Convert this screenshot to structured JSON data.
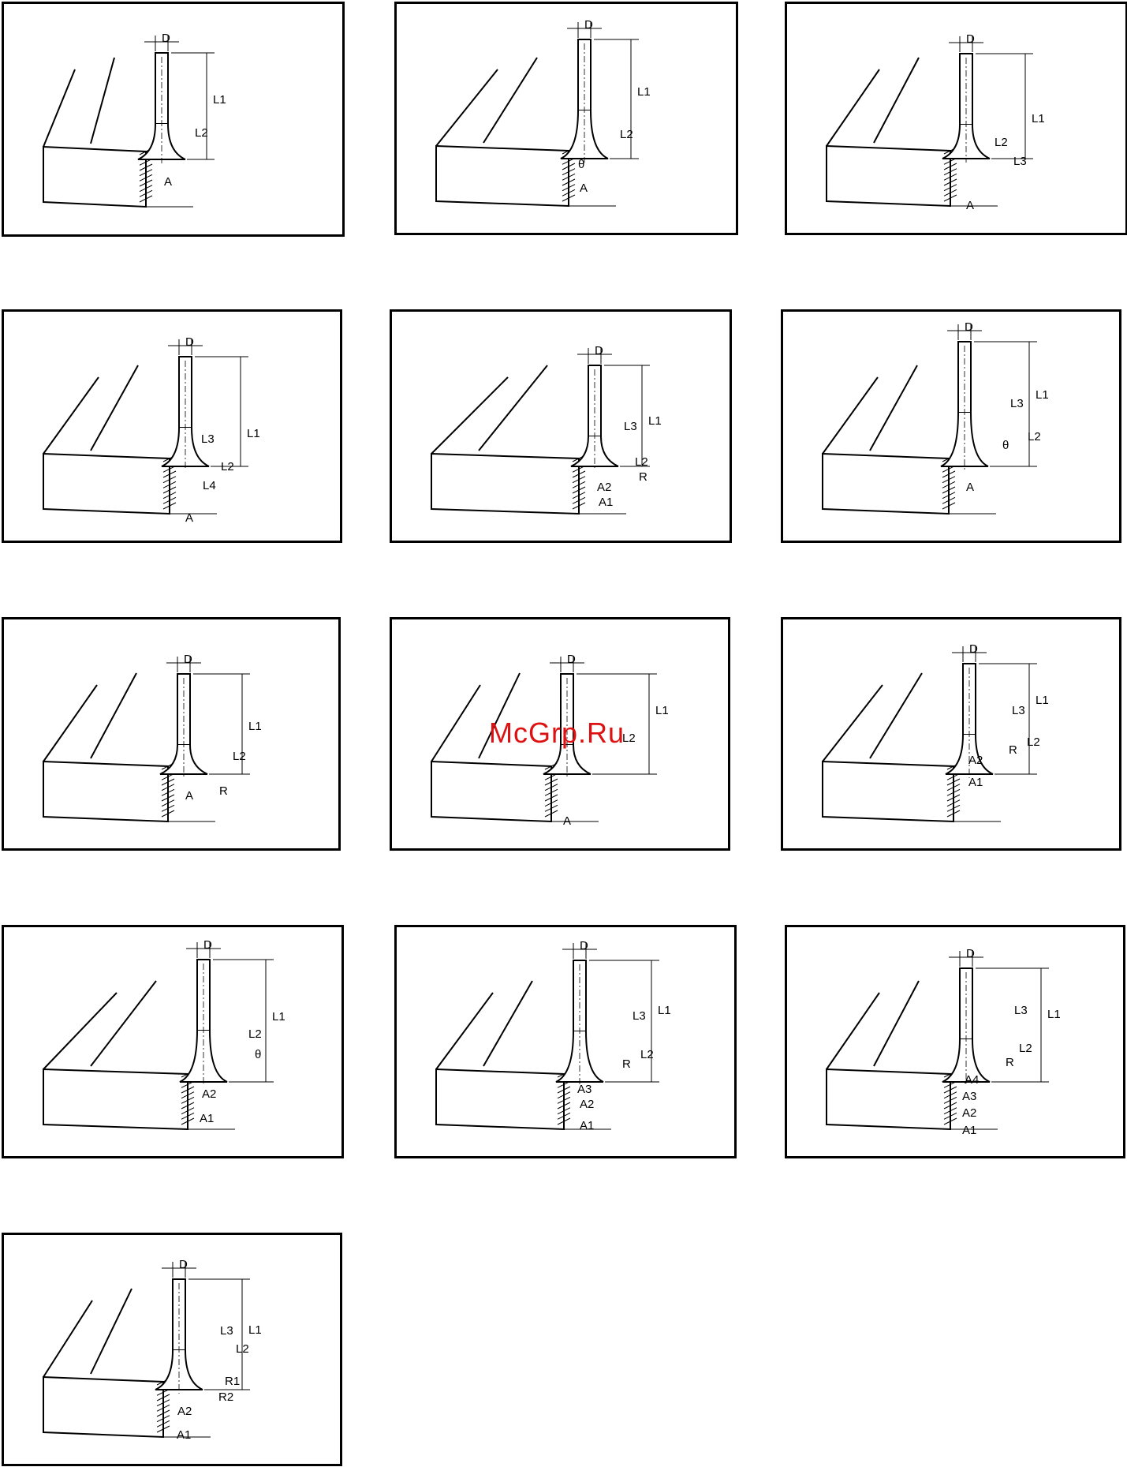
{
  "watermark": "McGrp.Ru",
  "panels": [
    {
      "labels": [
        "D",
        "L1",
        "L2",
        "A"
      ]
    },
    {
      "labels": [
        "D",
        "L1",
        "L2",
        "θ",
        "A"
      ]
    },
    {
      "labels": [
        "D",
        "L1",
        "L2",
        "L3",
        "A"
      ]
    },
    {
      "labels": [
        "D",
        "L1",
        "L3",
        "L2",
        "L4",
        "A"
      ]
    },
    {
      "labels": [
        "D",
        "L1",
        "L3",
        "L2",
        "R",
        "A2",
        "A1"
      ]
    },
    {
      "labels": [
        "D",
        "L1",
        "L3",
        "L2",
        "θ",
        "A"
      ]
    },
    {
      "labels": [
        "D",
        "L1",
        "L2",
        "R",
        "A"
      ]
    },
    {
      "labels": [
        "D",
        "L1",
        "L2",
        "A"
      ]
    },
    {
      "labels": [
        "D",
        "L1",
        "L3",
        "L2",
        "R",
        "A2",
        "A1"
      ]
    },
    {
      "labels": [
        "D",
        "L1",
        "L2",
        "θ",
        "A2",
        "A1"
      ]
    },
    {
      "labels": [
        "D",
        "L1",
        "L3",
        "L2",
        "R",
        "A3",
        "A2",
        "A1"
      ]
    },
    {
      "labels": [
        "D",
        "L1",
        "L3",
        "L2",
        "R",
        "A4",
        "A3",
        "A2",
        "A1"
      ]
    },
    {
      "labels": [
        "D",
        "L1",
        "L3",
        "L2",
        "R1",
        "R2",
        "A2",
        "A1"
      ]
    }
  ]
}
